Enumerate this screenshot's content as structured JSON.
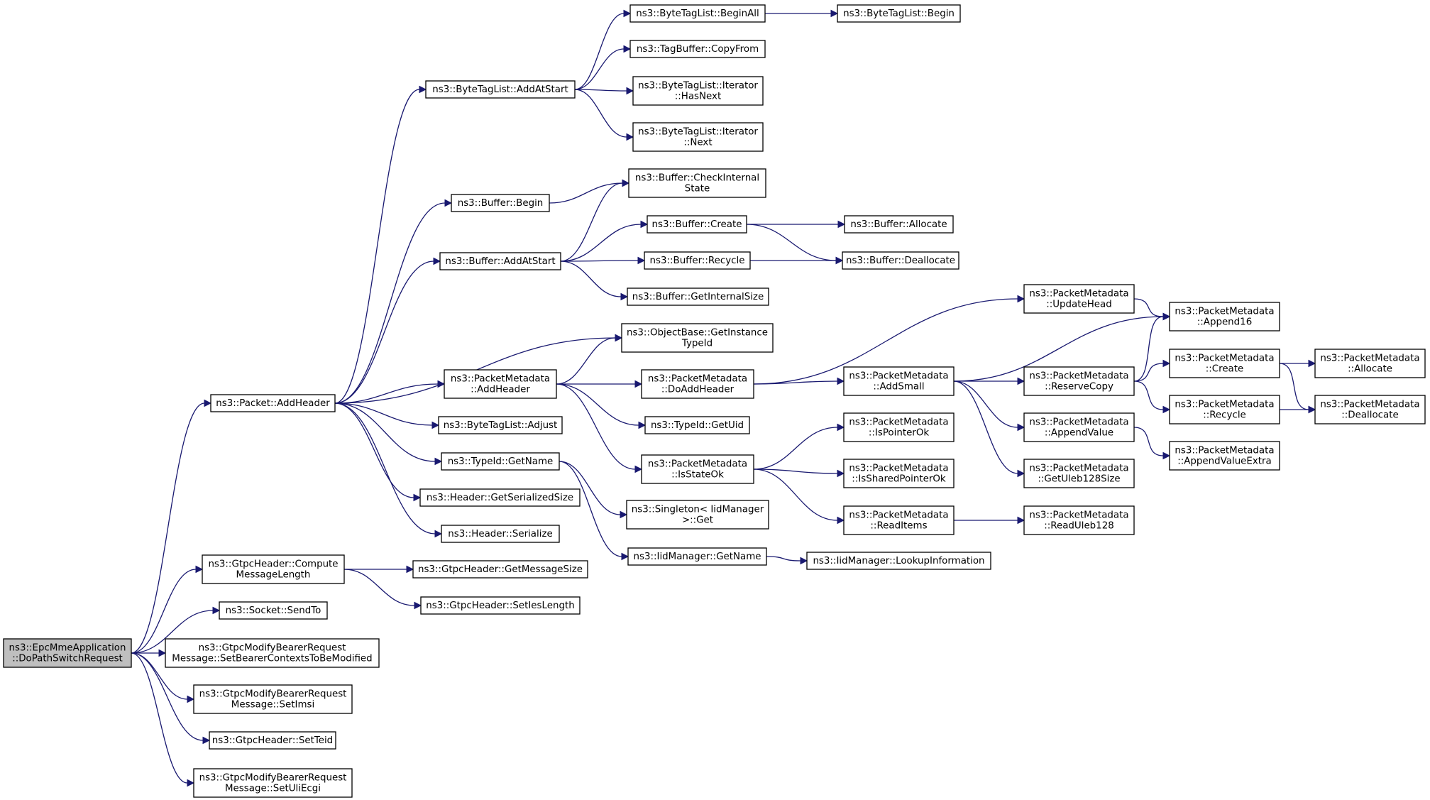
{
  "graph": {
    "nodes": [
      {
        "id": "root",
        "lines": [
          "ns3::EpcMmeApplication",
          "::DoPathSwitchRequest"
        ]
      },
      {
        "id": "packet_addheader",
        "lines": [
          "ns3::Packet::AddHeader"
        ]
      },
      {
        "id": "gtpc_compute",
        "lines": [
          "ns3::GtpcHeader::Compute",
          "MessageLength"
        ]
      },
      {
        "id": "socket_sendto",
        "lines": [
          "ns3::Socket::SendTo"
        ]
      },
      {
        "id": "set_bearer_ctx",
        "lines": [
          "ns3::GtpcModifyBearerRequest",
          "Message::SetBearerContextsToBeModified"
        ]
      },
      {
        "id": "set_imsi",
        "lines": [
          "ns3::GtpcModifyBearerRequest",
          "Message::SetImsi"
        ]
      },
      {
        "id": "set_teid",
        "lines": [
          "ns3::GtpcHeader::SetTeid"
        ]
      },
      {
        "id": "set_uli",
        "lines": [
          "ns3::GtpcModifyBearerRequest",
          "Message::SetUliEcgi"
        ]
      },
      {
        "id": "btl_addatstart",
        "lines": [
          "ns3::ByteTagList::AddAtStart"
        ]
      },
      {
        "id": "buf_begin",
        "lines": [
          "ns3::Buffer::Begin"
        ]
      },
      {
        "id": "buf_addatstart",
        "lines": [
          "ns3::Buffer::AddAtStart"
        ]
      },
      {
        "id": "ob_getinstance",
        "lines": [
          "ns3::ObjectBase::GetInstance",
          "TypeId"
        ]
      },
      {
        "id": "pm_addheader",
        "lines": [
          "ns3::PacketMetadata",
          "::AddHeader"
        ]
      },
      {
        "id": "btl_adjust",
        "lines": [
          "ns3::ByteTagList::Adjust"
        ]
      },
      {
        "id": "typeid_getname",
        "lines": [
          "ns3::TypeId::GetName"
        ]
      },
      {
        "id": "hdr_getser",
        "lines": [
          "ns3::Header::GetSerializedSize"
        ]
      },
      {
        "id": "hdr_serialize",
        "lines": [
          "ns3::Header::Serialize"
        ]
      },
      {
        "id": "gtpc_getmsgsize",
        "lines": [
          "ns3::GtpcHeader::GetMessageSize"
        ]
      },
      {
        "id": "gtpc_setieslen",
        "lines": [
          "ns3::GtpcHeader::SetIesLength"
        ]
      },
      {
        "id": "btl_beginall",
        "lines": [
          "ns3::ByteTagList::BeginAll"
        ]
      },
      {
        "id": "tagbuf_copyfrom",
        "lines": [
          "ns3::TagBuffer::CopyFrom"
        ]
      },
      {
        "id": "btl_it_hasnext",
        "lines": [
          "ns3::ByteTagList::Iterator",
          "::HasNext"
        ]
      },
      {
        "id": "btl_it_next",
        "lines": [
          "ns3::ByteTagList::Iterator",
          "::Next"
        ]
      },
      {
        "id": "buf_checkinternal",
        "lines": [
          "ns3::Buffer::CheckInternal",
          "State"
        ]
      },
      {
        "id": "buf_create",
        "lines": [
          "ns3::Buffer::Create"
        ]
      },
      {
        "id": "buf_recycle",
        "lines": [
          "ns3::Buffer::Recycle"
        ]
      },
      {
        "id": "buf_getinternalsize",
        "lines": [
          "ns3::Buffer::GetInternalSize"
        ]
      },
      {
        "id": "pm_doaddheader",
        "lines": [
          "ns3::PacketMetadata",
          "::DoAddHeader"
        ]
      },
      {
        "id": "typeid_getuid",
        "lines": [
          "ns3::TypeId::GetUid"
        ]
      },
      {
        "id": "pm_isstateok",
        "lines": [
          "ns3::PacketMetadata",
          "::IsStateOk"
        ]
      },
      {
        "id": "singleton_get",
        "lines": [
          "ns3::Singleton< IidManager",
          " >::Get"
        ]
      },
      {
        "id": "iid_getname",
        "lines": [
          "ns3::IidManager::GetName"
        ]
      },
      {
        "id": "btl_begin",
        "lines": [
          "ns3::ByteTagList::Begin"
        ]
      },
      {
        "id": "buf_allocate",
        "lines": [
          "ns3::Buffer::Allocate"
        ]
      },
      {
        "id": "buf_deallocate",
        "lines": [
          "ns3::Buffer::Deallocate"
        ]
      },
      {
        "id": "pm_addsmall",
        "lines": [
          "ns3::PacketMetadata",
          "::AddSmall"
        ]
      },
      {
        "id": "pm_ispointerok",
        "lines": [
          "ns3::PacketMetadata",
          "::IsPointerOk"
        ]
      },
      {
        "id": "pm_issharedpointerok",
        "lines": [
          "ns3::PacketMetadata",
          "::IsSharedPointerOk"
        ]
      },
      {
        "id": "pm_readitems",
        "lines": [
          "ns3::PacketMetadata",
          "::ReadItems"
        ]
      },
      {
        "id": "iid_lookupinfo",
        "lines": [
          "ns3::IidManager::LookupInformation"
        ]
      },
      {
        "id": "pm_updatehead",
        "lines": [
          "ns3::PacketMetadata",
          "::UpdateHead"
        ]
      },
      {
        "id": "pm_reservecopy",
        "lines": [
          "ns3::PacketMetadata",
          "::ReserveCopy"
        ]
      },
      {
        "id": "pm_appendvalue",
        "lines": [
          "ns3::PacketMetadata",
          "::AppendValue"
        ]
      },
      {
        "id": "pm_getuleb128size",
        "lines": [
          "ns3::PacketMetadata",
          "::GetUleb128Size"
        ]
      },
      {
        "id": "pm_readuleb128",
        "lines": [
          "ns3::PacketMetadata",
          "::ReadUleb128"
        ]
      },
      {
        "id": "pm_append16",
        "lines": [
          "ns3::PacketMetadata",
          "::Append16"
        ]
      },
      {
        "id": "pm_create",
        "lines": [
          "ns3::PacketMetadata",
          "::Create"
        ]
      },
      {
        "id": "pm_recycle",
        "lines": [
          "ns3::PacketMetadata",
          "::Recycle"
        ]
      },
      {
        "id": "pm_appendvalueextra",
        "lines": [
          "ns3::PacketMetadata",
          "::AppendValueExtra"
        ]
      },
      {
        "id": "pm_allocate",
        "lines": [
          "ns3::PacketMetadata",
          "::Allocate"
        ]
      },
      {
        "id": "pm_deallocate",
        "lines": [
          "ns3::PacketMetadata",
          "::Deallocate"
        ]
      }
    ],
    "edges": [
      [
        "root",
        "packet_addheader"
      ],
      [
        "root",
        "gtpc_compute"
      ],
      [
        "root",
        "socket_sendto"
      ],
      [
        "root",
        "set_bearer_ctx"
      ],
      [
        "root",
        "set_imsi"
      ],
      [
        "root",
        "set_teid"
      ],
      [
        "root",
        "set_uli"
      ],
      [
        "packet_addheader",
        "btl_addatstart"
      ],
      [
        "packet_addheader",
        "buf_begin"
      ],
      [
        "packet_addheader",
        "buf_addatstart"
      ],
      [
        "packet_addheader",
        "ob_getinstance"
      ],
      [
        "packet_addheader",
        "pm_addheader"
      ],
      [
        "packet_addheader",
        "btl_adjust"
      ],
      [
        "packet_addheader",
        "typeid_getname"
      ],
      [
        "packet_addheader",
        "hdr_getser"
      ],
      [
        "packet_addheader",
        "hdr_serialize"
      ],
      [
        "gtpc_compute",
        "gtpc_getmsgsize"
      ],
      [
        "gtpc_compute",
        "gtpc_setieslen"
      ],
      [
        "btl_addatstart",
        "btl_beginall"
      ],
      [
        "btl_addatstart",
        "tagbuf_copyfrom"
      ],
      [
        "btl_addatstart",
        "btl_it_hasnext"
      ],
      [
        "btl_addatstart",
        "btl_it_next"
      ],
      [
        "btl_beginall",
        "btl_begin"
      ],
      [
        "buf_begin",
        "buf_checkinternal"
      ],
      [
        "buf_addatstart",
        "buf_checkinternal"
      ],
      [
        "buf_addatstart",
        "buf_create"
      ],
      [
        "buf_addatstart",
        "buf_recycle"
      ],
      [
        "buf_addatstart",
        "buf_getinternalsize"
      ],
      [
        "buf_create",
        "buf_allocate"
      ],
      [
        "buf_create",
        "buf_deallocate"
      ],
      [
        "buf_recycle",
        "buf_deallocate"
      ],
      [
        "pm_addheader",
        "ob_getinstance"
      ],
      [
        "pm_addheader",
        "pm_doaddheader"
      ],
      [
        "pm_addheader",
        "typeid_getuid"
      ],
      [
        "pm_addheader",
        "pm_isstateok"
      ],
      [
        "typeid_getname",
        "singleton_get"
      ],
      [
        "typeid_getname",
        "iid_getname"
      ],
      [
        "iid_getname",
        "iid_lookupinfo"
      ],
      [
        "pm_doaddheader",
        "pm_updatehead"
      ],
      [
        "pm_doaddheader",
        "pm_addsmall"
      ],
      [
        "pm_isstateok",
        "pm_ispointerok"
      ],
      [
        "pm_isstateok",
        "pm_issharedpointerok"
      ],
      [
        "pm_isstateok",
        "pm_readitems"
      ],
      [
        "pm_readitems",
        "pm_readuleb128"
      ],
      [
        "pm_updatehead",
        "pm_append16"
      ],
      [
        "pm_addsmall",
        "pm_append16"
      ],
      [
        "pm_addsmall",
        "pm_reservecopy"
      ],
      [
        "pm_addsmall",
        "pm_appendvalue"
      ],
      [
        "pm_addsmall",
        "pm_getuleb128size"
      ],
      [
        "pm_reservecopy",
        "pm_append16"
      ],
      [
        "pm_reservecopy",
        "pm_create"
      ],
      [
        "pm_reservecopy",
        "pm_recycle"
      ],
      [
        "pm_appendvalue",
        "pm_appendvalueextra"
      ],
      [
        "pm_create",
        "pm_allocate"
      ],
      [
        "pm_create",
        "pm_deallocate"
      ],
      [
        "pm_recycle",
        "pm_deallocate"
      ]
    ]
  }
}
